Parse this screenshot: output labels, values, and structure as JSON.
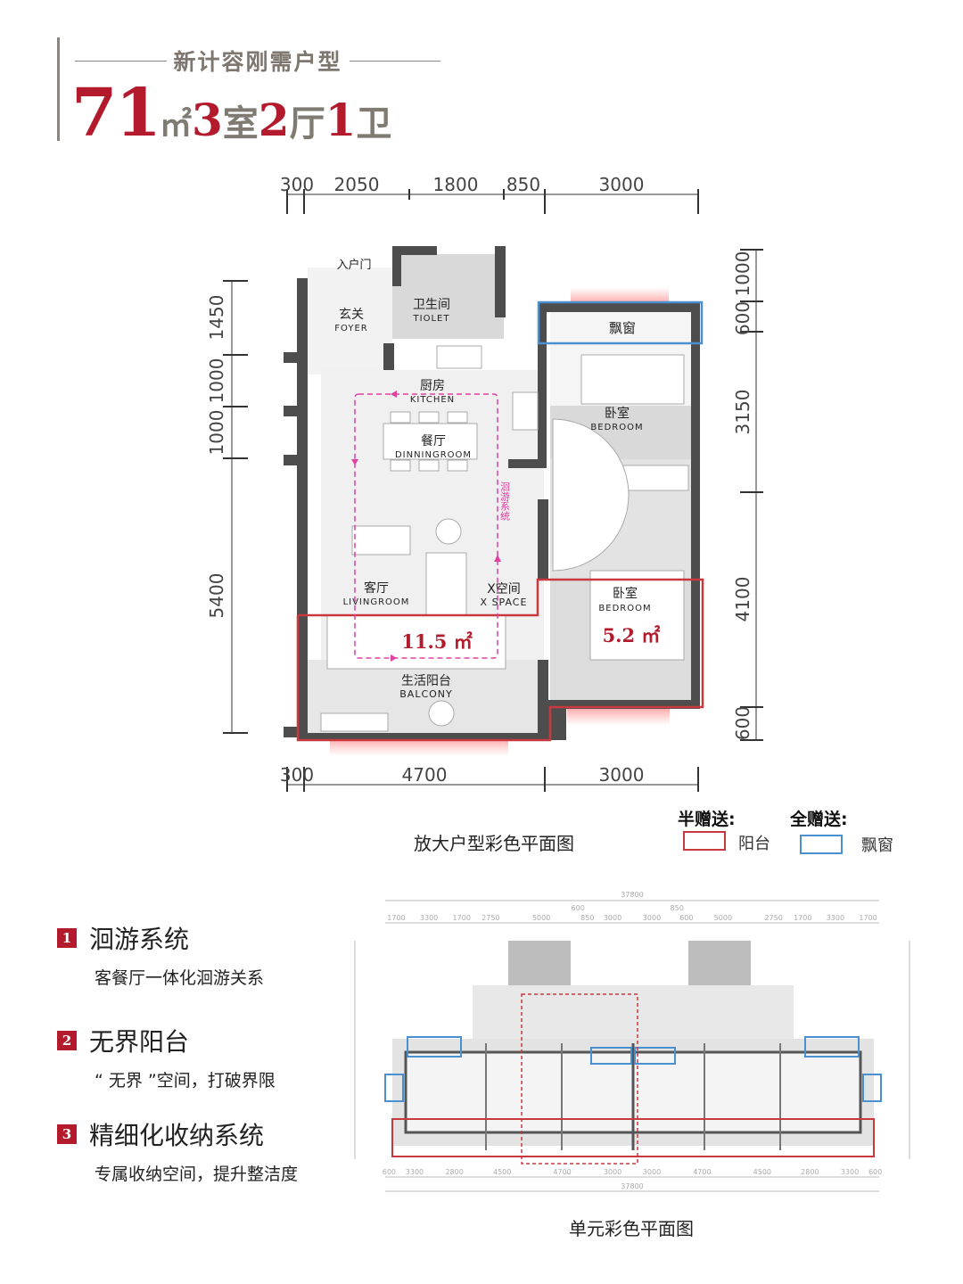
{
  "header": {
    "subtitle": "新计容刚需户型",
    "area_value": "71",
    "area_unit": "㎡",
    "rooms_num": "3",
    "rooms_label": "室",
    "halls_num": "2",
    "halls_label": "厅",
    "baths_num": "1",
    "baths_label": "卫"
  },
  "floor_plan": {
    "caption": "放大户型彩色平面图",
    "dims_top": [
      "300",
      "2050",
      "1800",
      "850",
      "3000"
    ],
    "dims_bottom": [
      "300",
      "4700",
      "3000"
    ],
    "dims_left": [
      "1450",
      "1000",
      "1000",
      "5400"
    ],
    "dims_right": [
      "1000",
      "600",
      "3150",
      "4100",
      "600"
    ],
    "rooms": {
      "entry": "入户门",
      "foyer_cn": "玄关",
      "foyer_en": "FOYER",
      "toilet_cn": "卫生间",
      "toilet_en": "TIOLET",
      "bay_window": "飘窗",
      "kitchen_cn": "厨房",
      "kitchen_en": "KITCHEN",
      "bedroom1_cn": "卧室",
      "bedroom1_en": "BEDROOM",
      "dining_cn": "餐厅",
      "dining_en": "DINNINGROOM",
      "loop": "洄游系统",
      "living_cn": "客厅",
      "living_en": "LIVINGROOM",
      "xspace_cn": "X空间",
      "xspace_en": "X SPACE",
      "bedroom2_cn": "卧室",
      "bedroom2_en": "BEDROOM",
      "balcony_area": "11.5 ㎡",
      "bedroom2_area": "5.2 ㎡",
      "balcony_cn": "生活阳台",
      "balcony_en": "BALCONY"
    }
  },
  "legend": {
    "half_title": "半赠送:",
    "half_item": "阳台",
    "half_color": "#c8383f",
    "full_title": "全赠送:",
    "full_item": "飘窗",
    "full_color": "#4a8fd0"
  },
  "features": [
    {
      "num": "1",
      "title": "洄游系统",
      "desc": "客餐厅一体化洄游关系"
    },
    {
      "num": "2",
      "title": "无界阳台",
      "desc": "“ 无界 ”空间，打破界限"
    },
    {
      "num": "3",
      "title": "精细化收纳系统",
      "desc": "专属收纳空间，提升整洁度"
    }
  ],
  "unit_plan": {
    "caption": "单元彩色平面图",
    "total_top": "37800",
    "dims_top": [
      "1700",
      "3300",
      "1700",
      "2750",
      "5000",
      "600",
      "850",
      "3000",
      "3000",
      "850",
      "600",
      "5000",
      "2750",
      "1700",
      "3300",
      "1700"
    ],
    "dims_bottom": [
      "600",
      "3300",
      "2800",
      "4500",
      "4700",
      "3000",
      "3000",
      "4700",
      "4500",
      "2800",
      "3300",
      "600"
    ],
    "total_bottom": "37800"
  }
}
